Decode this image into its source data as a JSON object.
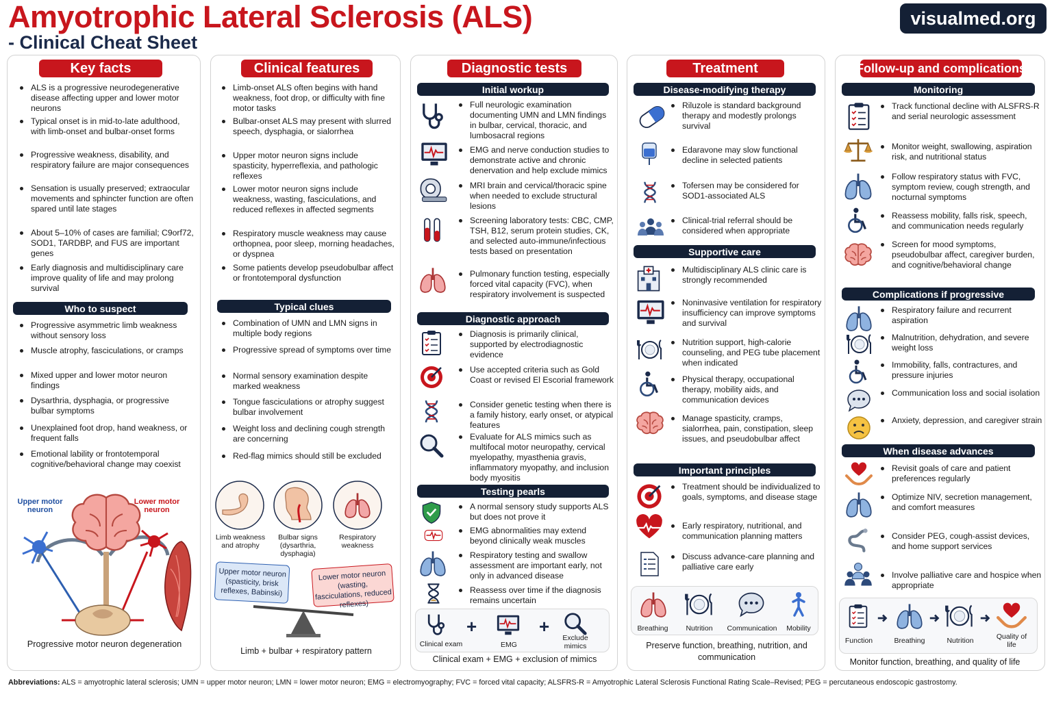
{
  "header": {
    "title": "Amyotrophic Lateral Sclerosis (ALS)",
    "subtitle": "- Clinical Cheat Sheet",
    "brand": "visualmed.org"
  },
  "col1": {
    "title": "Key facts",
    "facts": [
      "ALS is a progressive neurodegenerative disease affecting upper and lower motor neurons",
      "Typical onset is in mid-to-late adulthood, with limb-onset and bulbar-onset forms",
      "Progressive weakness, disability, and respiratory failure are major consequences",
      "Sensation is usually preserved; extraocular movements and sphincter function are often spared until late stages",
      "About 5–10% of cases are familial; C9orf72, SOD1, TARDBP, and FUS are important genes",
      "Early diagnosis and multidisciplinary care improve quality of life and may prolong survival"
    ],
    "suspect_title": "Who to suspect",
    "suspect": [
      "Progressive asymmetric limb weakness without sensory loss",
      "Muscle atrophy, fasciculations, or cramps",
      "Mixed upper and lower motor neuron findings",
      "Dysarthria, dysphagia, or progressive bulbar symptoms",
      "Unexplained foot drop, hand weakness, or frequent falls",
      "Emotional lability or frontotemporal cognitive/behavioral change may coexist"
    ],
    "umn_label": "Upper motor neuron",
    "lmn_label": "Lower motor neuron",
    "caption": "Progressive motor neuron degeneration"
  },
  "col2": {
    "title": "Clinical features",
    "features": [
      "Limb-onset ALS often begins with hand weakness, foot drop, or difficulty with fine motor tasks",
      "Bulbar-onset ALS may present with slurred speech, dysphagia, or sialorrhea",
      "Upper motor neuron signs include spasticity, hyperreflexia, and pathologic reflexes",
      "Lower motor neuron signs include weakness, wasting, fasciculations, and reduced reflexes in affected segments",
      "Respiratory muscle weakness may cause orthopnea, poor sleep, morning headaches, or dyspnea",
      "Some patients develop pseudobulbar affect or frontotemporal dysfunction"
    ],
    "clues_title": "Typical clues",
    "clues": [
      "Combination of UMN and LMN signs in multiple body regions",
      "Progressive spread of symptoms over time",
      "Normal sensory examination despite marked weakness",
      "Tongue fasciculations or atrophy suggest bulbar involvement",
      "Weight loss and declining cough strength are concerning",
      "Red-flag mimics should still be excluded"
    ],
    "circle_labels": [
      "Limb weakness and atrophy",
      "Bulbar signs (dysarthria, dysphagia)",
      "Respiratory weakness"
    ],
    "umn_box": "Upper motor neuron (spasticity, brisk reflexes, Babinski)",
    "lmn_box": "Lower motor neuron (wasting, fasciculations, reduced reflexes)",
    "caption": "Limb + bulbar + respiratory pattern"
  },
  "col3": {
    "title": "Diagnostic tests",
    "workup_title": "Initial workup",
    "workup": [
      "Full neurologic examination documenting UMN and LMN findings in bulbar, cervical, thoracic, and lumbosacral regions",
      "EMG and nerve conduction studies to demonstrate active and chronic denervation and help exclude mimics",
      "MRI brain and cervical/thoracic spine when needed to exclude structural lesions",
      "Screening laboratory tests: CBC, CMP, TSH, B12, serum protein studies, CK, and selected auto-immune/infectious tests based on presentation",
      "Pulmonary function testing, especially forced vital capacity (FVC), when respiratory involvement is suspected"
    ],
    "approach_title": "Diagnostic approach",
    "approach": [
      "Diagnosis is primarily clinical, supported by electrodiagnostic evidence",
      "Use accepted criteria such as Gold Coast or revised El Escorial framework",
      "Consider genetic testing when there is a family history, early onset, or atypical features",
      "Evaluate for ALS mimics such as multifocal motor neuropathy, cervical myelopathy, myasthenia gravis, inflammatory myopathy, and inclusion body myositis"
    ],
    "pearls_title": "Testing pearls",
    "pearls": [
      "A normal sensory study supports ALS but does not prove it",
      "EMG abnormalities may extend beyond clinically weak muscles",
      "Respiratory testing and swallow assessment are important early, not only in advanced disease",
      "Reassess over time if the diagnosis remains uncertain"
    ],
    "strip_labels": [
      "Clinical exam",
      "EMG",
      "Exclude mimics"
    ],
    "plus": "+",
    "caption": "Clinical exam + EMG + exclusion of mimics"
  },
  "col4": {
    "title": "Treatment",
    "dmt_title": "Disease-modifying therapy",
    "dmt": [
      "Riluzole is standard background therapy and modestly prolongs survival",
      "Edaravone may slow functional decline in selected patients",
      "Tofersen may be considered for SOD1-associated ALS",
      "Clinical-trial referral should be considered when appropriate"
    ],
    "support_title": "Supportive care",
    "support": [
      "Multidisciplinary ALS clinic care is strongly recommended",
      "Noninvasive ventilation for respiratory insufficiency can improve symptoms and survival",
      "Nutrition support, high-calorie counseling, and PEG tube placement when indicated",
      "Physical therapy, occupational therapy, mobility aids, and communication devices",
      "Manage spasticity, cramps, sialorrhea, pain, constipation, sleep issues, and pseudobulbar affect"
    ],
    "principles_title": "Important principles",
    "principles": [
      "Treatment should be individualized to goals, symptoms, and disease stage",
      "Early respiratory, nutritional, and communication planning matters",
      "Discuss advance-care planning and palliative care early"
    ],
    "strip_labels": [
      "Breathing",
      "Nutrition",
      "Communication",
      "Mobility"
    ],
    "caption": "Preserve function, breathing, nutrition, and communication"
  },
  "col5": {
    "title": "Follow-up and complications",
    "monitor_title": "Monitoring",
    "monitor": [
      "Track functional decline with ALSFRS-R and serial neurologic assessment",
      "Monitor weight, swallowing, aspiration risk, and nutritional status",
      "Follow respiratory status with FVC, symptom review, cough strength, and nocturnal symptoms",
      "Reassess mobility, falls risk, speech, and communication needs regularly",
      "Screen for mood symptoms, pseudobulbar affect, caregiver burden, and cognitive/behavioral change"
    ],
    "comp_title": "Complications if progressive",
    "comp": [
      "Respiratory failure and recurrent aspiration",
      "Malnutrition, dehydration, and severe weight loss",
      "Immobility, falls, contractures, and pressure injuries",
      "Communication loss and social isolation",
      "Anxiety, depression, and caregiver strain"
    ],
    "adv_title": "When disease advances",
    "adv": [
      "Revisit goals of care and patient preferences regularly",
      "Optimize NIV, secretion management, and comfort measures",
      "Consider PEG, cough-assist devices, and home support services",
      "Involve palliative care and hospice when appropriate"
    ],
    "strip_labels": [
      "Function",
      "Breathing",
      "Nutrition",
      "Quality of life"
    ],
    "caption": "Monitor function, breathing, and quality of life"
  },
  "footer": {
    "label": "Abbreviations:",
    "text": "ALS = amyotrophic lateral sclerosis;  UMN = upper motor neuron;  LMN = lower motor neuron;  EMG = electromyography;  FVC = forced vital capacity;  ALSFRS-R = Amyotrophic Lateral Sclerosis Functional Rating Scale–Revised;  PEG = percutaneous endoscopic gastrostomy."
  },
  "colors": {
    "accent_red": "#c8161d",
    "navy": "#142035"
  }
}
